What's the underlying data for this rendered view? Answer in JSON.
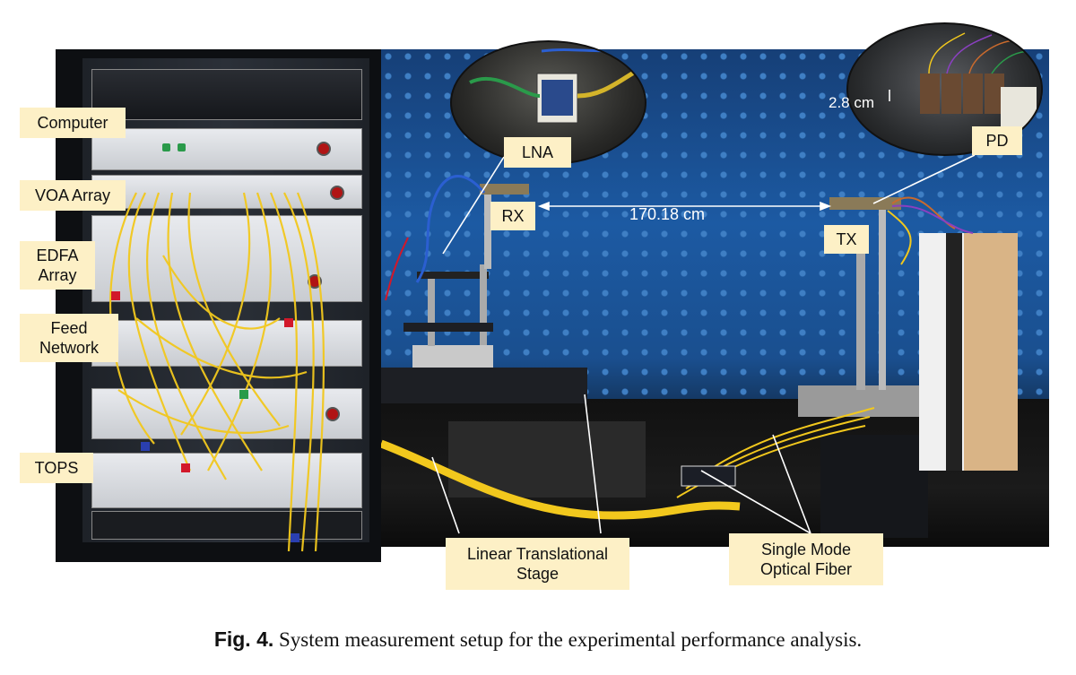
{
  "figure": {
    "labels": {
      "computer": "Computer",
      "voa_array": "VOA Array",
      "edfa_array_line1": "EDFA",
      "edfa_array_line2": "Array",
      "feed_network_line1": "Feed",
      "feed_network_line2": "Network",
      "tops": "TOPS",
      "lna": "LNA",
      "rx": "RX",
      "tx": "TX",
      "pd": "PD",
      "distance": "170.18 cm",
      "spacing": "2.8 cm",
      "linear_stage_line1": "Linear Translational",
      "linear_stage_line2": "Stage",
      "fiber_line1": "Single Mode",
      "fiber_line2": "Optical Fiber"
    },
    "colors": {
      "label_bg": "#fdf0c6",
      "anechoic_blue": "#1c5aa3",
      "fiber_yellow": "#f2c81d"
    }
  },
  "caption": {
    "number": "Fig. 4.",
    "text": " System measurement setup for the experimental performance analysis."
  }
}
